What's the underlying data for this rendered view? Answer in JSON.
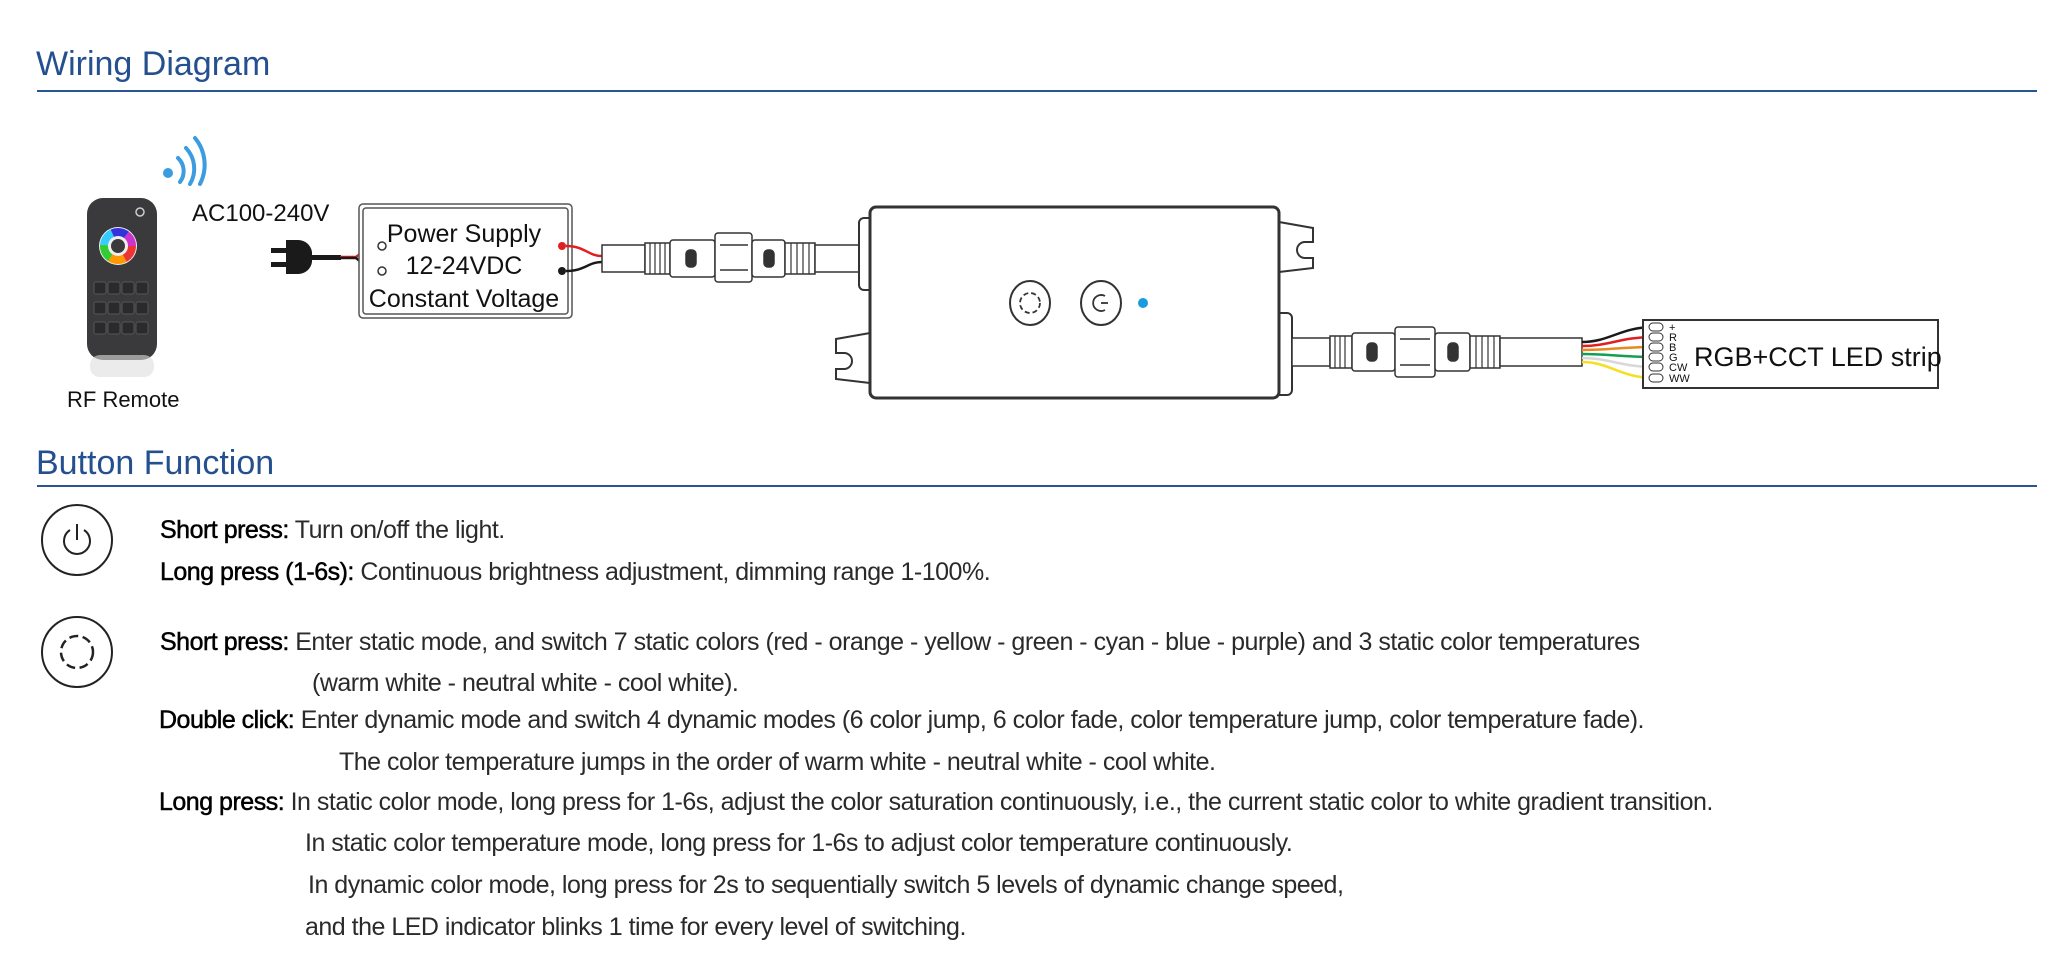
{
  "sections": {
    "wiring": "Wiring Diagram",
    "buttons": "Button Function"
  },
  "diagram": {
    "remote_label": "RF Remote",
    "input_voltage": "AC100-240V",
    "power_supply": [
      "Power Supply",
      "12-24VDC",
      "Constant Voltage"
    ],
    "led_strip": "RGB+CCT LED strip",
    "pins": [
      "+",
      "R",
      "B",
      "G",
      "CW",
      "WW"
    ],
    "wire_colors": [
      "#1a1a1a",
      "#e02020",
      "#e88a20",
      "#12a050",
      "#d8d8d8",
      "#f5e020"
    ],
    "led_color": "#1a9be0",
    "signal_color": "#3b9de0"
  },
  "functions": [
    {
      "icon": "power-icon",
      "entries": [
        {
          "label": "Short press:",
          "lines": [
            "Turn on/off the light."
          ]
        },
        {
          "label": "Long press (1-6s):",
          "lines": [
            "Continuous brightness adjustment, dimming range 1-100%."
          ]
        }
      ]
    },
    {
      "icon": "mode-dashed-circle-icon",
      "entries": [
        {
          "label": "Short press:",
          "lines": [
            "Enter static mode, and switch 7 static colors (red - orange - yellow - green - cyan - blue - purple) and 3 static color temperatures",
            "(warm white - neutral white - cool white)."
          ]
        },
        {
          "label": "Double click:",
          "lines": [
            "Enter dynamic mode and switch 4 dynamic modes (6 color jump, 6 color fade, color temperature jump, color temperature fade).",
            "The color temperature jumps in the order of warm white - neutral white - cool white."
          ]
        },
        {
          "label": "Long press:",
          "lines": [
            "In static color mode, long press for 1-6s, adjust the color saturation continuously, i.e., the current static color to white gradient transition.",
            "In static color temperature mode, long press for 1-6s to adjust color temperature continuously.",
            "In dynamic color mode, long press for 2s to sequentially switch 5 levels of dynamic change speed,",
            "and the LED indicator blinks 1 time for every level of switching."
          ]
        }
      ]
    }
  ]
}
